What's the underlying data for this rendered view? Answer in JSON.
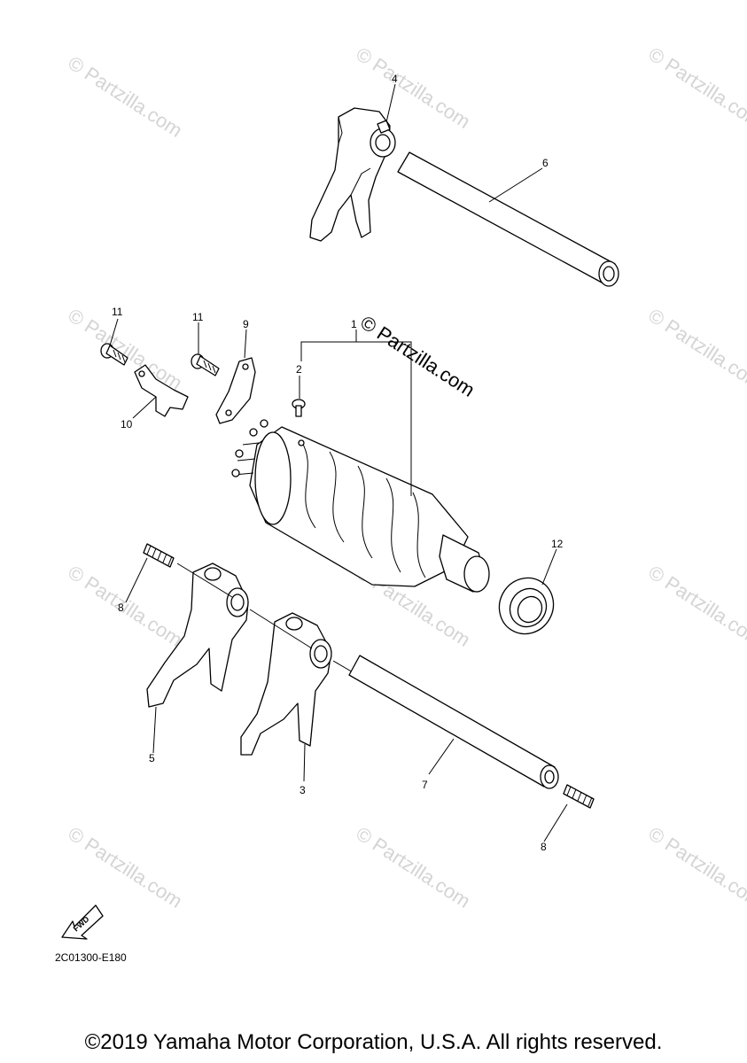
{
  "watermark": "© Partzilla.com",
  "diagram_code": "2C01300-E180",
  "fwd_label": "FWD",
  "copyright": "©2019 Yamaha Motor Corporation, U.S.A. All rights reserved.",
  "callouts": {
    "c1": "1",
    "c2": "2",
    "c3": "3",
    "c4": "4",
    "c5": "5",
    "c6": "6",
    "c7": "7",
    "c8a": "8",
    "c8b": "8",
    "c9": "9",
    "c10": "10",
    "c11a": "11",
    "c11b": "11",
    "c12": "12"
  }
}
